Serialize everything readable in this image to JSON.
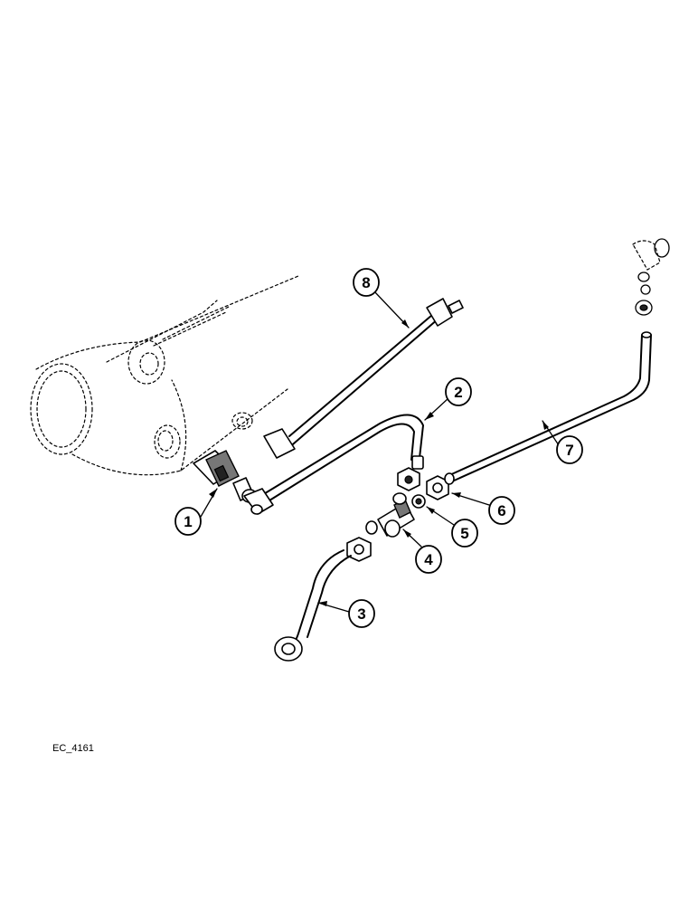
{
  "diagram_code": "EC_4161",
  "callouts": [
    {
      "id": "1",
      "label": "1"
    },
    {
      "id": "2",
      "label": "2"
    },
    {
      "id": "3",
      "label": "3"
    },
    {
      "id": "4",
      "label": "4"
    },
    {
      "id": "5",
      "label": "5"
    },
    {
      "id": "6",
      "label": "6"
    },
    {
      "id": "7",
      "label": "7"
    },
    {
      "id": "8",
      "label": "8"
    }
  ]
}
